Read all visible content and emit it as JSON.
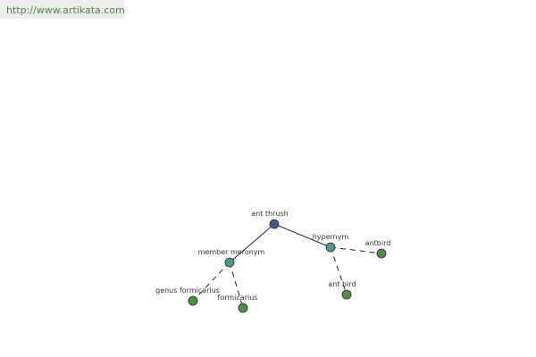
{
  "source": {
    "url_text": "http://www.artikata.com"
  },
  "graph": {
    "nodes": [
      {
        "id": "root",
        "label": "ant thrush",
        "color": "#3f5a8e"
      },
      {
        "id": "member-meronym",
        "label": "member meronym",
        "color": "#4a9a92"
      },
      {
        "id": "hypernym",
        "label": "hypernym",
        "color": "#4a9a92"
      },
      {
        "id": "genus-formicarius",
        "label": "genus formicarius",
        "color": "#4f8f3f"
      },
      {
        "id": "formicarius",
        "label": "formicarius",
        "color": "#4f8f3f"
      },
      {
        "id": "antbird",
        "label": "antbird",
        "color": "#4f8f3f"
      },
      {
        "id": "ant-bird",
        "label": "ant bird",
        "color": "#4f8f3f"
      }
    ],
    "edges": [
      {
        "from": "root",
        "to": "member-meronym",
        "style": "solid"
      },
      {
        "from": "root",
        "to": "hypernym",
        "style": "solid"
      },
      {
        "from": "member-meronym",
        "to": "genus-formicarius",
        "style": "dashed"
      },
      {
        "from": "member-meronym",
        "to": "formicarius",
        "style": "dashed"
      },
      {
        "from": "hypernym",
        "to": "antbird",
        "style": "dashed"
      },
      {
        "from": "hypernym",
        "to": "ant-bird",
        "style": "dashed"
      }
    ]
  }
}
